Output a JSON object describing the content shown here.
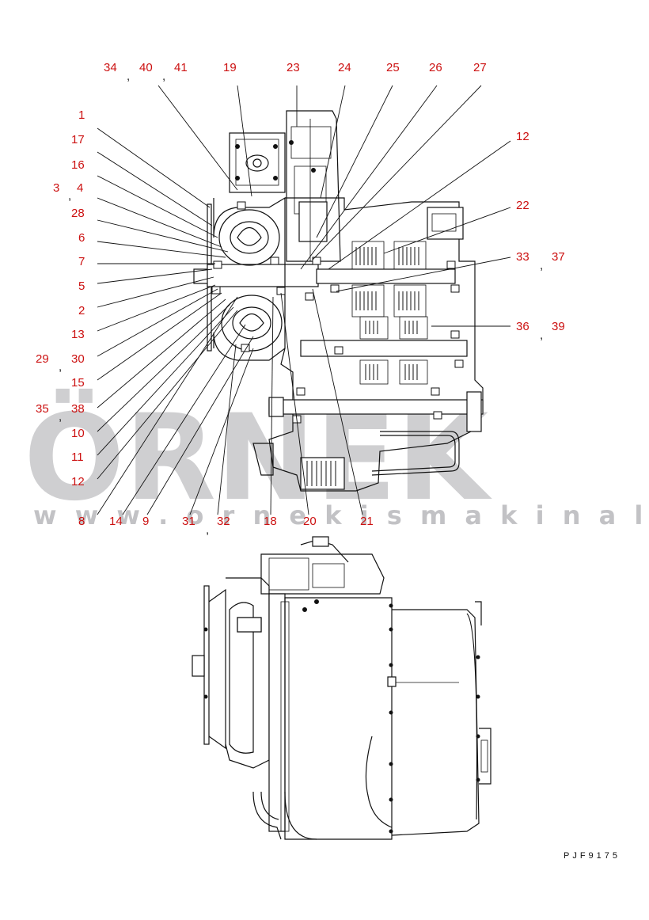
{
  "watermark": {
    "brand": "ÖRNEK",
    "url": "w w w . o r n e k i s m a k i n a l a r i . c o m . t r"
  },
  "drawing_code": "PJF9175",
  "callouts": {
    "top": [
      "34",
      "40",
      "41",
      "19",
      "23",
      "24",
      "25",
      "26",
      "27"
    ],
    "left": [
      "1",
      "17",
      "16",
      "3",
      "4",
      "28",
      "6",
      "7",
      "5",
      "2",
      "13",
      "29",
      "30",
      "15",
      "35",
      "38",
      "10",
      "11",
      "12"
    ],
    "bottom": [
      "8",
      "14",
      "9",
      "31",
      "32",
      "18",
      "20",
      "21"
    ],
    "right": [
      "12",
      "22",
      "33",
      "37",
      "36",
      "39"
    ]
  },
  "separator": ","
}
